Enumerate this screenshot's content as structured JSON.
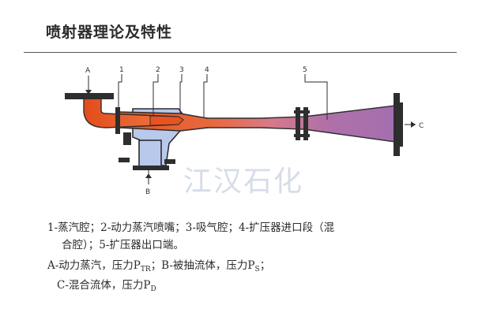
{
  "header": {
    "title": "喷射器理论及特性"
  },
  "diagram": {
    "callouts": [
      {
        "id": "A",
        "text": "A"
      },
      {
        "id": "1",
        "text": "1"
      },
      {
        "id": "2",
        "text": "2"
      },
      {
        "id": "3",
        "text": "3"
      },
      {
        "id": "4",
        "text": "4"
      },
      {
        "id": "5",
        "text": "5"
      },
      {
        "id": "B",
        "text": "B"
      },
      {
        "id": "C",
        "text": "C"
      }
    ],
    "watermark": "江汉石化",
    "colors": {
      "steam": "#e8531f",
      "suction": "#b9c9ec",
      "mixed_mid": "#c86a8a",
      "diffuser": "#a66fae",
      "metal": "#2e2e2e"
    }
  },
  "legend": {
    "line1": "1-蒸汽腔；2-动力蒸汽喷嘴；3-吸气腔；4-扩压器进口段（混",
    "line2": "合腔）；5-扩压器出口端。",
    "line3_prefix": "A-动力蒸汽，压力P",
    "line3_sub1": "TR",
    "line3_mid": "；B-被抽流体，压力P",
    "line3_sub2": "S",
    "line3_suffix": "；",
    "line4_prefix": "C-混合流体，压力P",
    "line4_sub": "D"
  }
}
